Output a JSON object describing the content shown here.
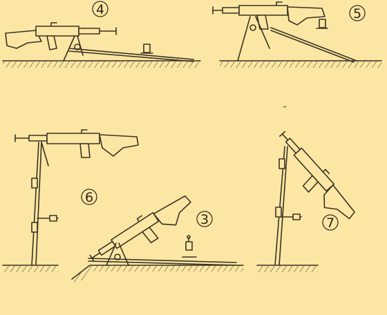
{
  "figures": [
    {
      "label": "4"
    },
    {
      "label": "5"
    },
    {
      "label": "6"
    },
    {
      "label": "3"
    },
    {
      "label": "7"
    }
  ],
  "colors": {
    "paper": "#fbe7a3",
    "ink": "#3a3124"
  }
}
